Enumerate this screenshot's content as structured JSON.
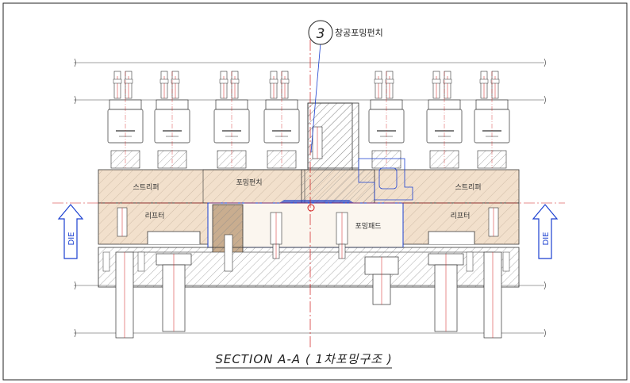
{
  "drawing": {
    "balloon_number": "3",
    "balloon_label": "창공포밍펀치",
    "stripper_left": "스트리퍼",
    "stripper_right": "스트리퍼",
    "forming_punch": "포밍펀치",
    "lifter_left": "리프터",
    "lifter_right": "리프터",
    "forming_pad": "포밍패드",
    "die_left": "DIE",
    "die_right": "DIE",
    "section_title": "SECTION A-A ( 1차포밍구조 )"
  },
  "colors": {
    "plate_fill": "#f2e0cc",
    "outline": "#333333",
    "hatch": "#888888",
    "blue": "#1a3fd0",
    "red": "#d01a1a",
    "punch_fill": "#c9ad8f"
  }
}
